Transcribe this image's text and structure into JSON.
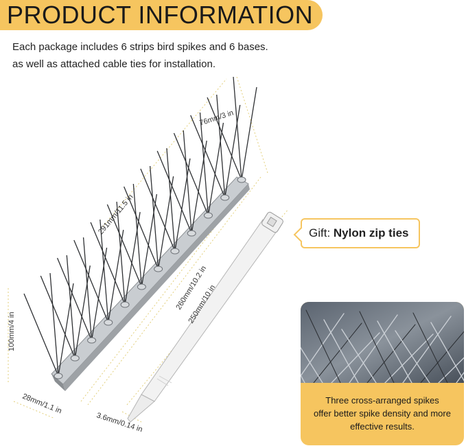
{
  "header": {
    "title": "PRODUCT INFORMATION"
  },
  "description": {
    "line1": "Each package includes 6 strips bird spikes and 6 bases.",
    "line2": "as well as attached cable ties for installation."
  },
  "dimensions": {
    "spike_height": "76mm/3 in",
    "strip_length": "291mm/11.5 in",
    "base_length": "260mm/10.2 in",
    "total_height": "100mm/4 in",
    "base_width": "28mm/1.1 in",
    "zip_tie_length": "250mm/10 in",
    "zip_tie_width": "3.6mm/0.14 in"
  },
  "gift": {
    "label": "Gift:",
    "value": "Nylon zip ties"
  },
  "feature_card": {
    "line1": "Three cross-arranged spikes",
    "line2": "offer better spike density and more",
    "line3": "effective results."
  },
  "colors": {
    "accent": "#f6c55f",
    "metal": "#b8bcc0",
    "spike": "#2e3033"
  }
}
